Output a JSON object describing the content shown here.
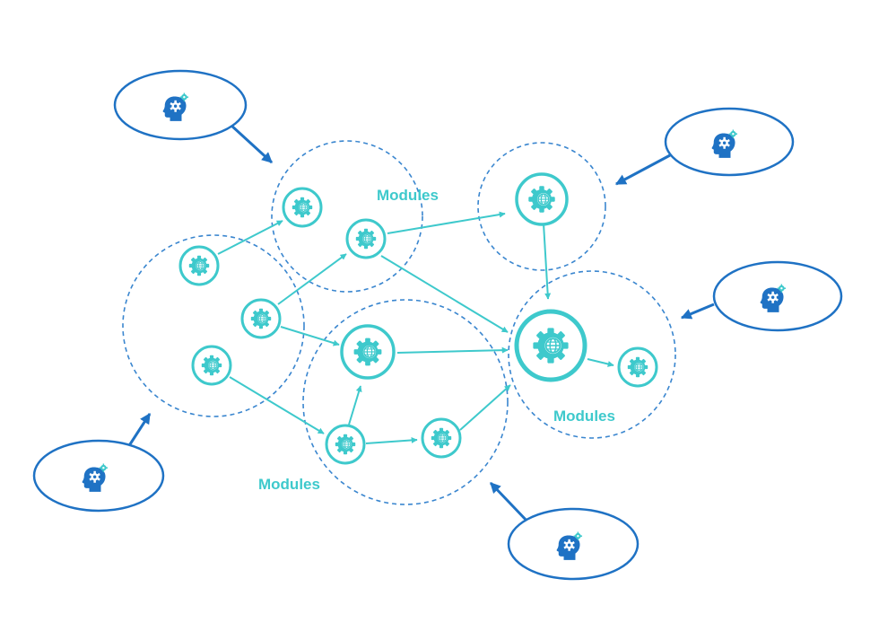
{
  "labels": {
    "cluster_top": "Modules",
    "cluster_right": "Modules",
    "cluster_bottom": "Modules"
  },
  "colors": {
    "teal": "#3ec9cc",
    "blue": "#1f72c4",
    "dashed": "#3a86cf",
    "background": "#ffffff"
  },
  "icons": {
    "module": "gear-globe-icon",
    "expert": "head-gear-icon"
  }
}
